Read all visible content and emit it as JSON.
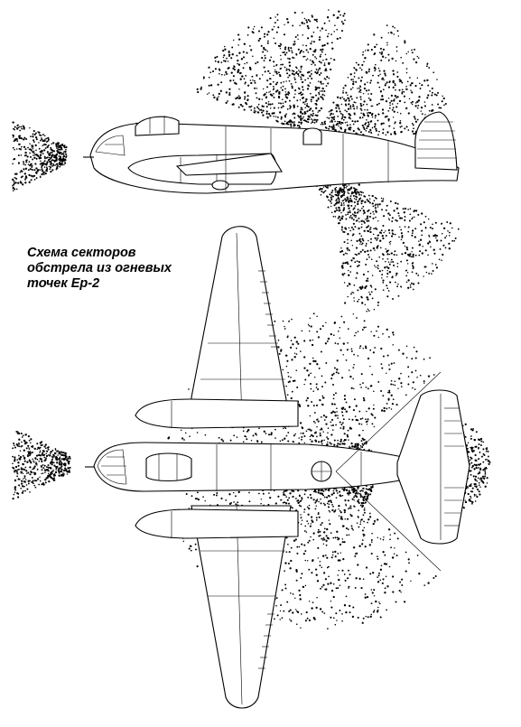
{
  "caption": {
    "line1": "Схема секторов",
    "line2": "обстрела из огневых",
    "line3": "точек Ер-2"
  },
  "colors": {
    "ink": "#000000",
    "paper": "#ffffff"
  }
}
